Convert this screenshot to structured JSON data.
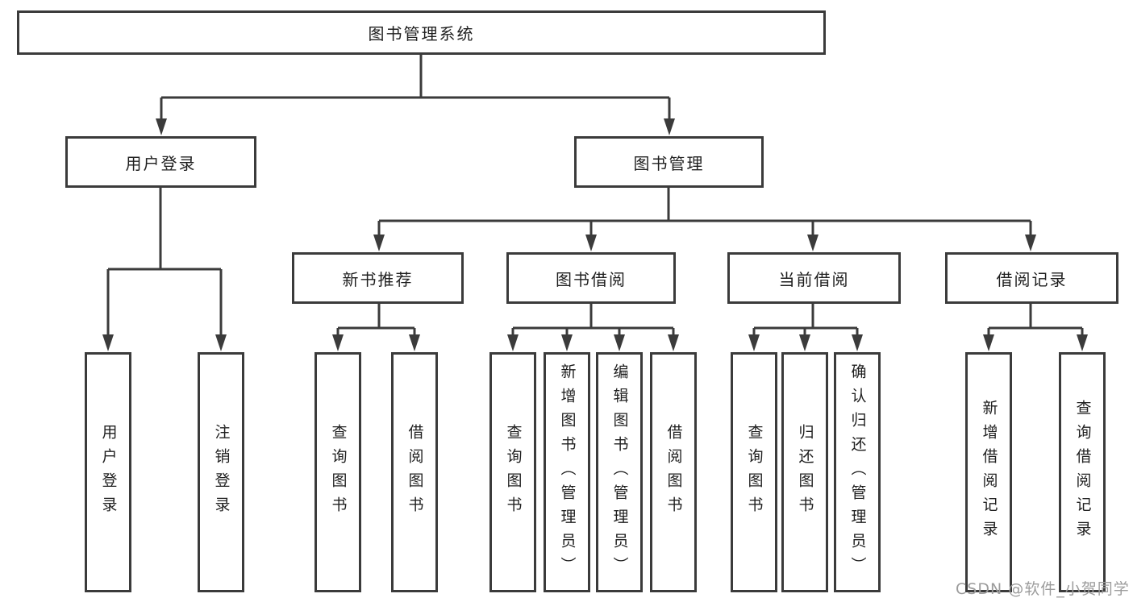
{
  "diagram": {
    "root": {
      "label": "图书管理系统",
      "children": [
        {
          "label": "用户登录",
          "children": [
            {
              "label": "用户登录"
            },
            {
              "label": "注销登录"
            }
          ]
        },
        {
          "label": "图书管理",
          "children": [
            {
              "label": "新书推荐",
              "children": [
                {
                  "label": "查询图书"
                },
                {
                  "label": "借阅图书"
                }
              ]
            },
            {
              "label": "图书借阅",
              "children": [
                {
                  "label": "查询图书"
                },
                {
                  "label": "新增图书（管理员）"
                },
                {
                  "label": "编辑图书（管理员）"
                },
                {
                  "label": "借阅图书"
                }
              ]
            },
            {
              "label": "当前借阅",
              "children": [
                {
                  "label": "查询图书"
                },
                {
                  "label": "归还图书"
                },
                {
                  "label": "确认归还（管理员）"
                }
              ]
            },
            {
              "label": "借阅记录",
              "children": [
                {
                  "label": "新增借阅记录"
                },
                {
                  "label": "查询借阅记录"
                }
              ]
            }
          ]
        }
      ]
    }
  },
  "watermark": {
    "text": "CSDN @软件_小贺同学"
  },
  "colors": {
    "line": "#3b3b3b",
    "text": "#1f1f1f",
    "box_background": "#ffffff",
    "watermark": "#9c9c9c"
  }
}
